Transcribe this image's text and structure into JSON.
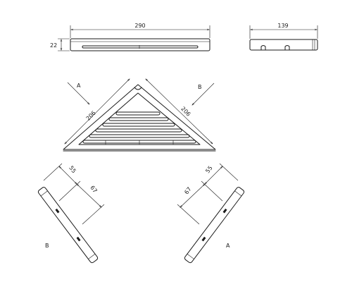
{
  "dimensions": {
    "front_length": "290",
    "front_height": "22",
    "side_length": "139",
    "top_left_edge": "206",
    "top_right_edge": "206",
    "section_b_a": "55",
    "section_b_b": "67",
    "section_a_a": "55",
    "section_a_b": "67"
  },
  "view_labels": {
    "arrow_a": "A",
    "arrow_b": "B",
    "view_b": "B",
    "view_a": "A"
  },
  "colors": {
    "line": "#1a1a1a",
    "background": "#ffffff"
  }
}
